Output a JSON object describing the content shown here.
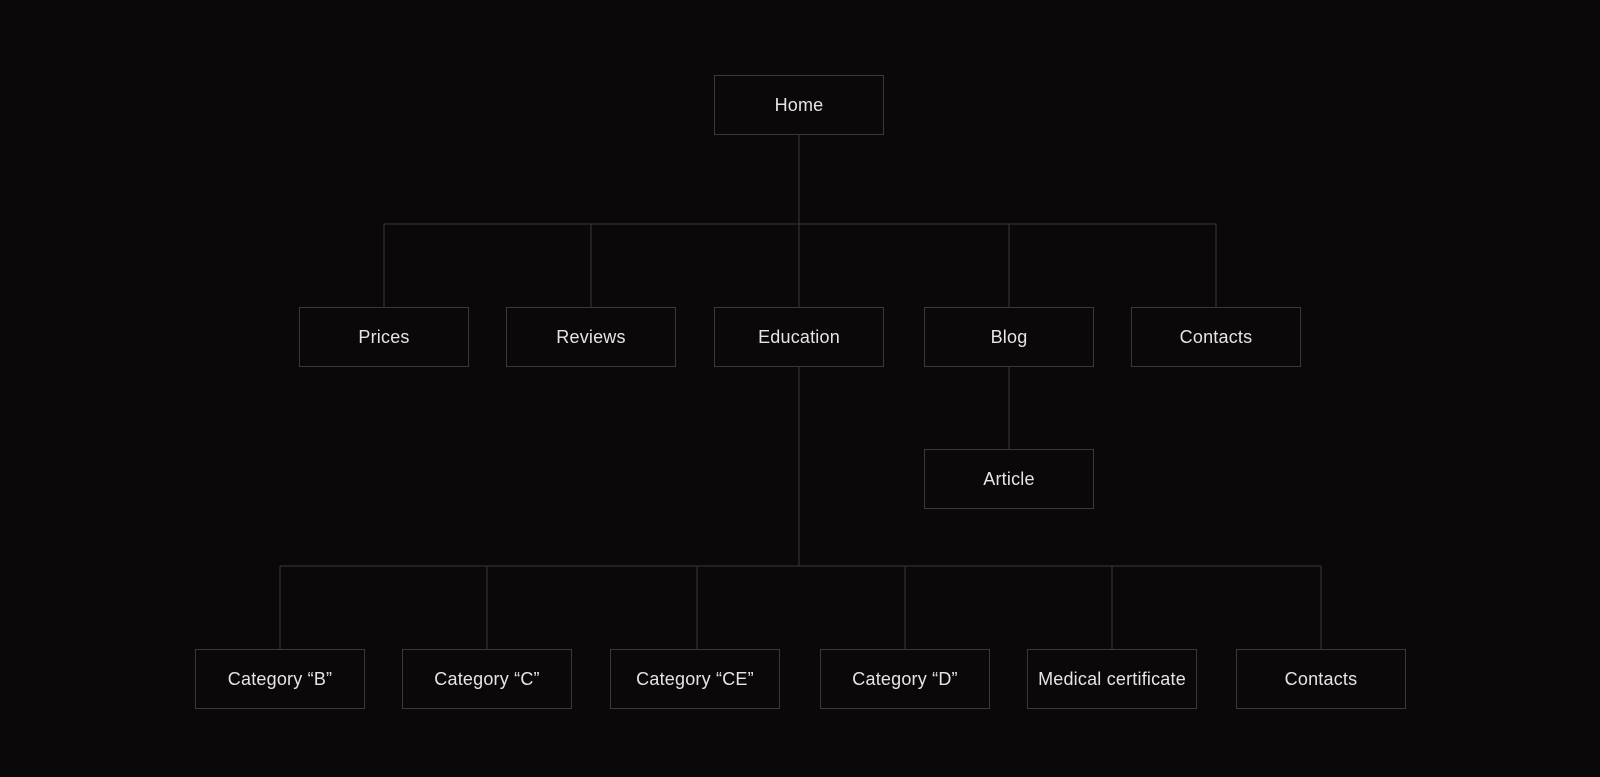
{
  "sitemap": {
    "root": "Home",
    "level1": {
      "prices": "Prices",
      "reviews": "Reviews",
      "education": "Education",
      "blog": "Blog",
      "contacts": "Contacts"
    },
    "blog_children": {
      "article": "Article"
    },
    "education_children": {
      "category_b": "Category “B”",
      "category_c": "Category “C”",
      "category_ce": "Category “CE”",
      "category_d": "Category “D”",
      "medical_certificate": "Medical certificate",
      "contacts": "Contacts"
    }
  },
  "colors": {
    "background": "#0b0809",
    "line": "#3b383a",
    "text": "#e7e4e6"
  }
}
